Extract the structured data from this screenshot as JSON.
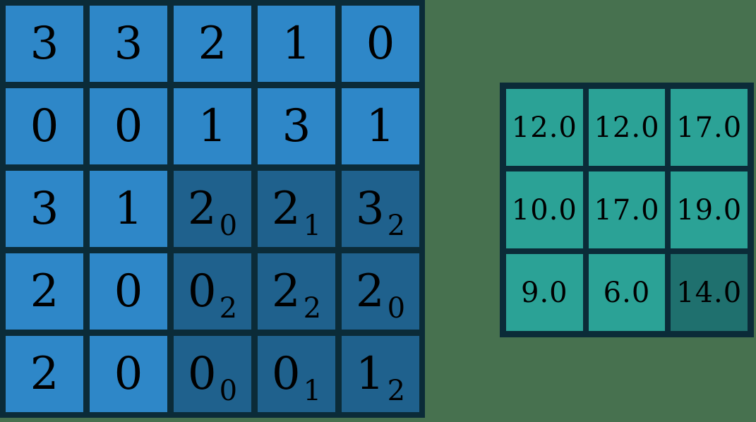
{
  "figure": {
    "kind": "convolution-diagram"
  },
  "colors": {
    "background": "#47714F",
    "grid_line": "#0B2B38",
    "input_cell": "#2E87C8",
    "input_cell_highlight": "#1F618D",
    "output_cell": "#2BA296",
    "output_cell_highlight": "#1F706E",
    "text": "#000000"
  },
  "input_grid": {
    "rows": 5,
    "cols": 5,
    "cells": [
      [
        {
          "value": "3",
          "sub": null,
          "highlight": false
        },
        {
          "value": "3",
          "sub": null,
          "highlight": false
        },
        {
          "value": "2",
          "sub": null,
          "highlight": false
        },
        {
          "value": "1",
          "sub": null,
          "highlight": false
        },
        {
          "value": "0",
          "sub": null,
          "highlight": false
        }
      ],
      [
        {
          "value": "0",
          "sub": null,
          "highlight": false
        },
        {
          "value": "0",
          "sub": null,
          "highlight": false
        },
        {
          "value": "1",
          "sub": null,
          "highlight": false
        },
        {
          "value": "3",
          "sub": null,
          "highlight": false
        },
        {
          "value": "1",
          "sub": null,
          "highlight": false
        }
      ],
      [
        {
          "value": "3",
          "sub": null,
          "highlight": false
        },
        {
          "value": "1",
          "sub": null,
          "highlight": false
        },
        {
          "value": "2",
          "sub": "0",
          "highlight": true
        },
        {
          "value": "2",
          "sub": "1",
          "highlight": true
        },
        {
          "value": "3",
          "sub": "2",
          "highlight": true
        }
      ],
      [
        {
          "value": "2",
          "sub": null,
          "highlight": false
        },
        {
          "value": "0",
          "sub": null,
          "highlight": false
        },
        {
          "value": "0",
          "sub": "2",
          "highlight": true
        },
        {
          "value": "2",
          "sub": "2",
          "highlight": true
        },
        {
          "value": "2",
          "sub": "0",
          "highlight": true
        }
      ],
      [
        {
          "value": "2",
          "sub": null,
          "highlight": false
        },
        {
          "value": "0",
          "sub": null,
          "highlight": false
        },
        {
          "value": "0",
          "sub": "0",
          "highlight": true
        },
        {
          "value": "0",
          "sub": "1",
          "highlight": true
        },
        {
          "value": "1",
          "sub": "2",
          "highlight": true
        }
      ]
    ]
  },
  "kernel_weights": [
    [
      "0",
      "1",
      "2"
    ],
    [
      "2",
      "2",
      "0"
    ],
    [
      "0",
      "1",
      "2"
    ]
  ],
  "output_grid": {
    "rows": 3,
    "cols": 3,
    "cells": [
      [
        {
          "value": "12.0",
          "highlight": false
        },
        {
          "value": "12.0",
          "highlight": false
        },
        {
          "value": "17.0",
          "highlight": false
        }
      ],
      [
        {
          "value": "10.0",
          "highlight": false
        },
        {
          "value": "17.0",
          "highlight": false
        },
        {
          "value": "19.0",
          "highlight": false
        }
      ],
      [
        {
          "value": "9.0",
          "highlight": false
        },
        {
          "value": "6.0",
          "highlight": false
        },
        {
          "value": "14.0",
          "highlight": true
        }
      ]
    ]
  }
}
